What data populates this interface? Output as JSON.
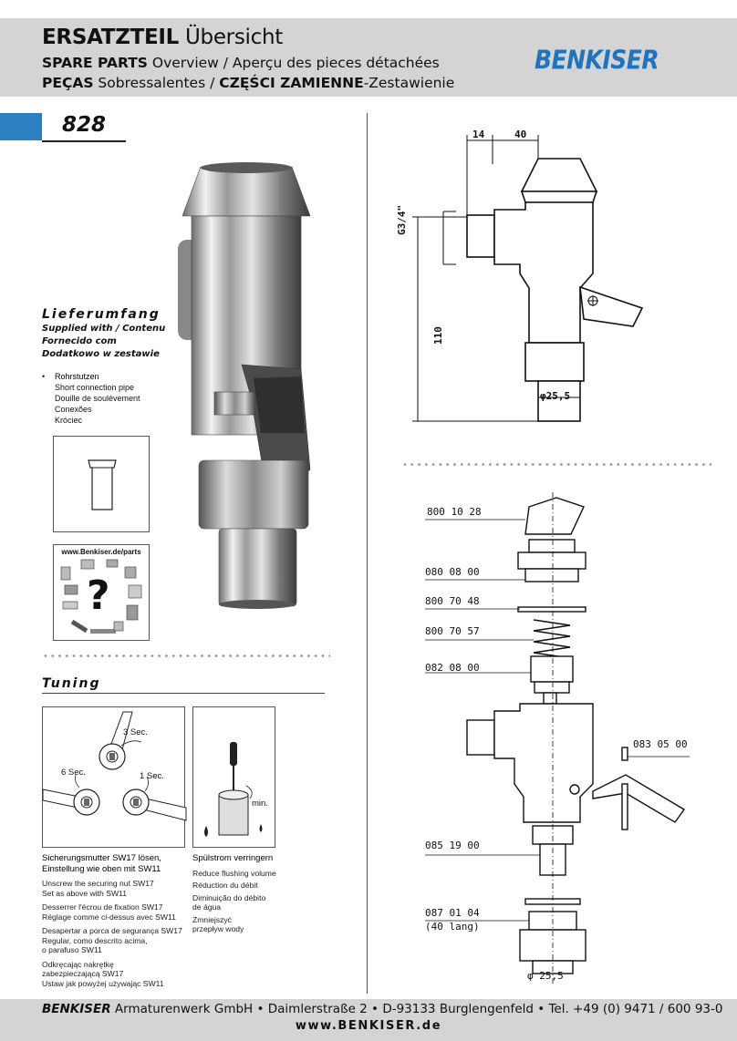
{
  "header": {
    "line1_bold": "ERSATZTEIL",
    "line1_rest": " Übersicht",
    "line2_bold": "SPARE PARTS",
    "line2_rest": " Overview / Aperçu des pieces détachées",
    "line3_bold": "PEÇAS",
    "line3_mid": " Sobressalentes / ",
    "line3_bold2": "CZĘŚCI ZAMIENNE",
    "line3_rest": "-Zestawienie",
    "logo": "BENKISER"
  },
  "model": "828",
  "lieferumfang": {
    "title": "Lieferumfang",
    "subtitle": [
      "Supplied with / Contenu",
      "Fornecido com",
      "Dodatkowo w zestawie"
    ],
    "bullet": "•",
    "items": [
      "Rohrstutzen",
      "Short connection pipe",
      "Douille de soulèvement",
      "Conexões",
      "Króciec"
    ]
  },
  "parts_link": {
    "url": "www.Benkiser.de/parts",
    "glyph": "?"
  },
  "tuning": {
    "title": "Tuning",
    "labels": {
      "sec3": "3 Sec.",
      "sec6": "6 Sec.",
      "sec1": "1 Sec.",
      "min": "min."
    },
    "left_text": {
      "heading": [
        "Sicherungsmutter SW17 lösen,",
        "Einstellung wie oben mit SW11"
      ],
      "blocks": [
        [
          "Unscrew the securing nut SW17",
          "Set as above with SW11"
        ],
        [
          "Desserrer l'écrou de fixation SW17",
          "Réglage comme ci-dessus avec SW11"
        ],
        [
          "Desapertar a porca de segurança SW17",
          "Regular, como descrito acima,",
          "o parafuso SW11"
        ],
        [
          "Odkręcając nakrętkę",
          "zabezpieczającą SW17",
          "Ustaw jak powyżej używając SW11"
        ]
      ]
    },
    "right_text": {
      "heading": "Spülstrom verringern",
      "lines": [
        "Reduce flushing volume",
        "Réduction du débit",
        "Diminuição do débito",
        "de água",
        "Zmniejszyć",
        "przepływ wody"
      ]
    }
  },
  "drawing": {
    "dims": {
      "d14": "14",
      "d40": "40",
      "g34": "G3/4\"",
      "d110": "110",
      "phi255": "φ25,5"
    }
  },
  "exploded": {
    "parts": [
      "800 10 28",
      "080 08 00",
      "800 70 48",
      "800 70 57",
      "082 08 00",
      "083 05 00",
      "085 19 00",
      "087 01 04"
    ],
    "note": "(40 lang)",
    "phi": "φ 25,5"
  },
  "footer": {
    "logo": "BENKISER",
    "address": " Armaturenwerk GmbH • Daimlerstraße 2 • D-93133 Burglengenfeld • Tel. +49 (0) 9471 / 600 93-0",
    "web": "www.BENKISER.de"
  }
}
